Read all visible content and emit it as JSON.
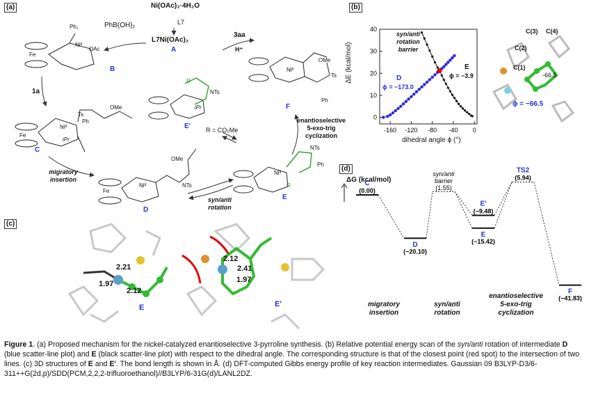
{
  "panels": {
    "a": {
      "tag": "(a)",
      "labels": {
        "catalyst": "Ni(OAc)₂·4H₂O",
        "l7": "L7",
        "l7ni": "L7Ni(OAc)₂",
        "A": "A",
        "phboh": "PhB(OH)₂",
        "B": "B",
        "reagent_3aa": "3aa",
        "hplus": "H⁺",
        "step_1a": "1a",
        "C": "C",
        "F": "F",
        "Eprime": "E'",
        "r_group": "R = CO₂Me",
        "E": "E",
        "D": "D",
        "step_migratory": "migratory insertion",
        "step_synanti": "syn/anti rotation",
        "step_cyclization": "enantioselective 5-exo-trig cyclization",
        "ome": "OMe",
        "nts": "NTs",
        "ts": "Ts",
        "ipr": "iPr",
        "ph": "Ph",
        "fe": "Fe",
        "p": "P",
        "ph2": "Ph₂",
        "nii": "Niᴵᴵ",
        "oac": "OAc",
        "r": "R",
        "h": "H",
        "n": "N",
        "o": "O"
      }
    },
    "b": {
      "tag": "(b)",
      "ylabel": "ΔE (kcal/mol)",
      "xlabel": "dihedral angle ϕ (°)",
      "annot_barrier": "syn/anti rotation barrier",
      "label_D": "D",
      "phi_D": "ϕ = −173.0",
      "label_E": "E",
      "phi_E": "ϕ = −3.9",
      "struct_labels": [
        "C(1)",
        "C(2)",
        "C(3)",
        "C(4)",
        "-66.5"
      ],
      "phi_cross": "ϕ = −66.5"
    },
    "c": {
      "tag": "(c)",
      "E": {
        "label": "E",
        "bonds": [
          "2.21",
          "1.97",
          "2.12"
        ]
      },
      "Eprime": {
        "label": "E'",
        "bonds": [
          "2.12",
          "2.41",
          "1.97"
        ]
      }
    },
    "d": {
      "tag": "(d)",
      "ylabel": "ΔG (kcal/mol)",
      "levels": [
        {
          "name": "C",
          "value": "(0.00)"
        },
        {
          "name": "D",
          "value": "(−20.10)"
        },
        {
          "name": "syn/anti barrier",
          "value": "(1.55)"
        },
        {
          "name": "E'",
          "value": "(−9.48)"
        },
        {
          "name": "E",
          "value": "(−15.42)"
        },
        {
          "name": "TS2",
          "value": "(5.94)"
        },
        {
          "name": "F",
          "value": "(−41.83)"
        }
      ],
      "steps": [
        "migratory insertion",
        "syn/anti rotation",
        "enantioselective 5-exo-trig cyclization"
      ]
    }
  },
  "chart_data": [
    {
      "type": "scatter",
      "xlabel": "dihedral angle ϕ (°)",
      "ylabel": "ΔE (kcal/mol)",
      "xlim": [
        -180,
        5
      ],
      "ylim": [
        -3,
        40
      ],
      "grid": false,
      "series": [
        {
          "color": "#2a2ad8",
          "x": [
            -173,
            -165,
            -160,
            -155,
            -150,
            -145,
            -140,
            -135,
            -130,
            -125,
            -120,
            -115,
            -110,
            -105,
            -100,
            -95,
            -90,
            -85,
            -80,
            -75,
            -70,
            -66.5,
            -62,
            -58,
            -54,
            -50,
            -46,
            -42,
            -38
          ],
          "y": [
            0,
            0.4,
            1.1,
            2.0,
            3.0,
            4.0,
            5.0,
            6.1,
            7.2,
            8.3,
            9.4,
            10.5,
            11.6,
            12.7,
            13.8,
            14.9,
            16.0,
            17.1,
            18.2,
            19.3,
            20.4,
            21.2,
            22.1,
            23.0,
            24.0,
            25.0,
            26.0,
            27.0,
            28.0
          ]
        },
        {
          "color": "#111111",
          "x": [
            -100,
            -95,
            -90,
            -85,
            -80,
            -75,
            -70,
            -66.5,
            -62,
            -58,
            -54,
            -50,
            -46,
            -42,
            -38,
            -34,
            -30,
            -26,
            -22,
            -18,
            -14,
            -10,
            -6,
            -3.9
          ],
          "y": [
            38.5,
            35.8,
            33.0,
            30.3,
            27.6,
            25.0,
            22.6,
            21.2,
            19.0,
            17.0,
            15.2,
            13.4,
            11.8,
            10.2,
            8.8,
            7.4,
            6.1,
            5.0,
            4.0,
            3.1,
            2.3,
            1.5,
            0.8,
            0.5
          ]
        }
      ],
      "ticks_x": [
        -160,
        -120,
        -80,
        -40,
        0
      ],
      "ticks_y": [
        0,
        10,
        20,
        30,
        40
      ],
      "annotations": [
        "syn/anti rotation barrier",
        "D",
        "ϕ = −173.0",
        "E",
        "ϕ = −3.9"
      ]
    },
    {
      "type": "line",
      "title": "",
      "ylabel": "ΔG (kcal/mol)",
      "categories": [
        "C",
        "D",
        "syn/anti barrier",
        "E'",
        "E",
        "TS2",
        "F"
      ],
      "values": [
        0.0,
        -20.1,
        1.55,
        -9.48,
        -15.42,
        5.94,
        -41.83
      ]
    }
  ],
  "caption": {
    "figure": "Figure 1",
    "text1": ". (a) Proposed mechanism for the nickel-catalyzed enantioselective 3-pyrroline synthesis. (b) Relative potential energy scan of the ",
    "ital1": "syn/anti",
    "text2": " rotation of intermediate ",
    "D": "D",
    "text3": " (blue scatter-line plot) and ",
    "E": "E",
    "text4": " (black scatter-line plot) with respect to the dihedral angle. The corresponding structure is that of the closest point (red spot) to the intersection of two lines. (c) 3D structures of ",
    "E2": "E",
    "and": " and ",
    "Ep": "E'",
    "text5": ". The bond length is shown in Å. (d) DFT-computed Gibbs energy profile of key reaction intermediates. Gaussian 09 B3LYP-D3/6-311++G(2d,p)/SDD(PCM,2,2,2-trifluoroethanol)//B3LYP/6-31G(d)/LANL2DZ."
  }
}
